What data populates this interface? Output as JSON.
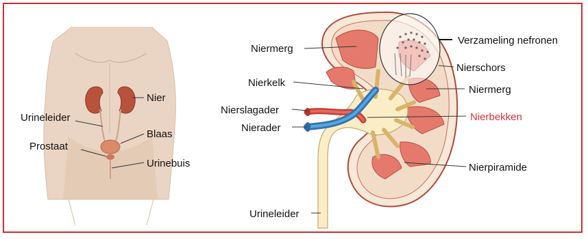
{
  "colors": {
    "frame": "#d22b2b",
    "skin": "#e8d1bf",
    "kidney": "#c45a45",
    "medulla": "#e57a6c",
    "cortex": "#f6e6d4",
    "pelvis": "#fbefc8",
    "artery": "#d2483c",
    "vein": "#3c8cc8",
    "highlight_label": "#d1343c"
  },
  "body_figure": {
    "labels": {
      "nier": "Nier",
      "urineleider": "Urineleider",
      "blaas": "Blaas",
      "prostaat": "Prostaat",
      "urinebuis": "Urinebuis"
    }
  },
  "kidney_section": {
    "labels": {
      "niermerg_top": "Niermerg",
      "nierkelk": "Nierkelk",
      "nierslagader": "Nierslagader",
      "nierader": "Nierader",
      "urineleider": "Urineleider",
      "verzameling_nefronen": "Verzameling nefronen",
      "nierschors": "Nierschors",
      "niermerg_right": "Niermerg",
      "nierbekken": "Nierbekken",
      "nierpiramide": "Nierpiramide"
    }
  }
}
